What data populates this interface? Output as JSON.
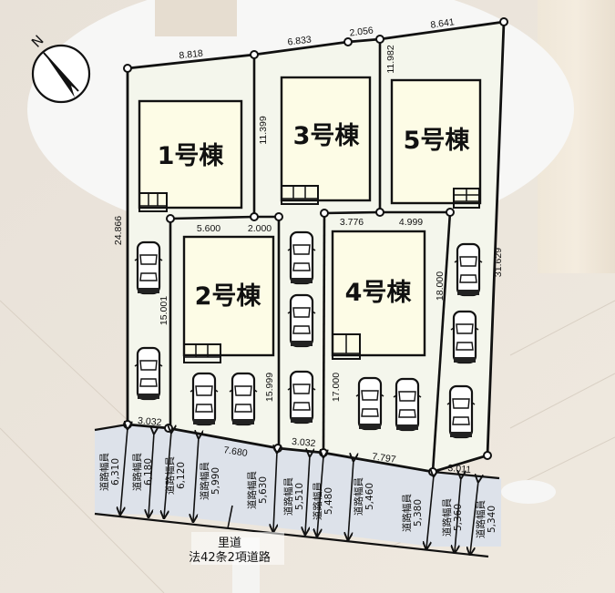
{
  "compass": {
    "label": "N",
    "icon": "north-arrow-icon"
  },
  "colors": {
    "lot_fill": "#f4f6ec",
    "building_fill": "#fdfce6",
    "road_fill": "#dde2ea",
    "line": "#111111",
    "background": "#e9e2d8"
  },
  "buildings": [
    {
      "id": "1",
      "label": "1号棟"
    },
    {
      "id": "2",
      "label": "2号棟"
    },
    {
      "id": "3",
      "label": "3号棟"
    },
    {
      "id": "4",
      "label": "4号棟"
    },
    {
      "id": "5",
      "label": "5号棟"
    }
  ],
  "dimensions": {
    "top_1": "8.818",
    "top_3": "6.833",
    "top_mid": "2.056",
    "top_5": "8.641",
    "div_1_3": "11.399",
    "div_3_5": "11.982",
    "left_side": "24.866",
    "right_side": "31.629",
    "lot2_top_a": "5.600",
    "lot2_top_b": "2.000",
    "lot4_top_a": "3.776",
    "lot4_top_b": "4.999",
    "lot2_left": "15.001",
    "lot2_right": "15.999",
    "lot4_left": "17.000",
    "lot4_right": "18.000",
    "bottom_1": "3.032",
    "bottom_2": "7.680",
    "bottom_3": "3.032",
    "bottom_4": "7.797",
    "bottom_5": "3.011"
  },
  "road": {
    "label_prefix": "道路幅員",
    "widths": [
      "6,310",
      "6,180",
      "6,120",
      "5,990",
      "5,630",
      "5,510",
      "5,480",
      "5,460",
      "5,380",
      "5,360",
      "5,340"
    ],
    "name_line1": "里道",
    "name_line2": "法42条2項道路"
  }
}
